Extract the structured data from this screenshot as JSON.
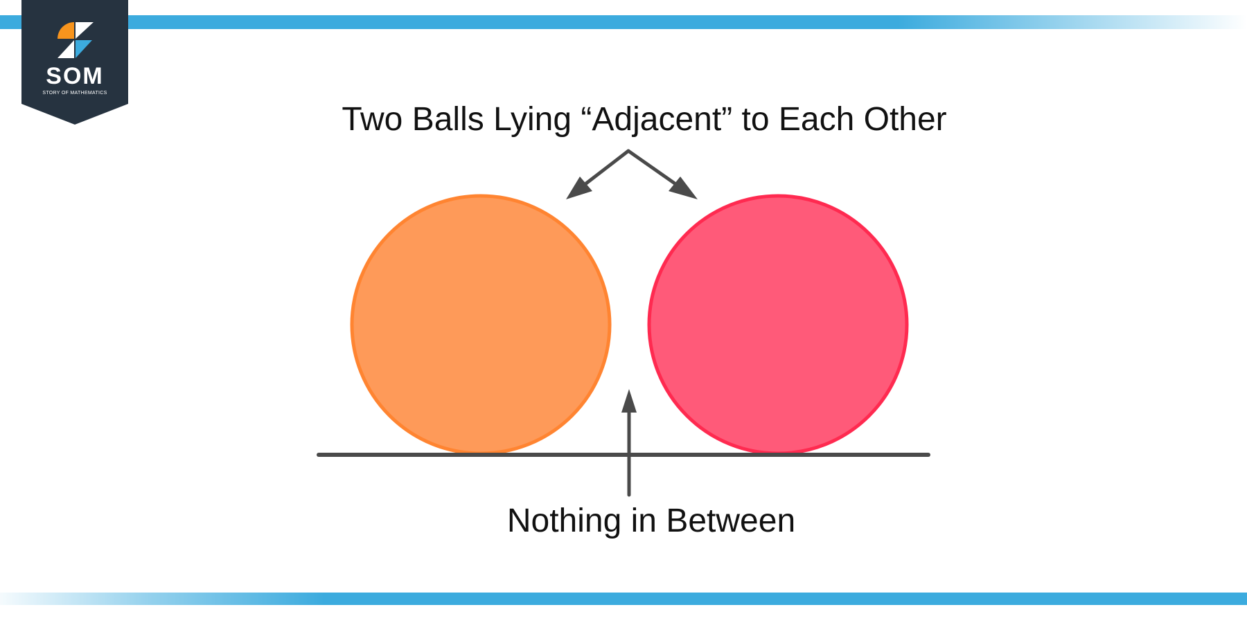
{
  "brand": {
    "logo_text": "SOM",
    "logo_subtitle": "STORY OF MATHEMATICS",
    "badge_color": "#263340",
    "accent_orange": "#f7941d",
    "accent_blue": "#3cabde"
  },
  "diagram": {
    "top_label": "Two Balls Lying “Adjacent” to Each Other",
    "bottom_label": "Nothing in Between",
    "balls": [
      {
        "name": "left-ball",
        "fill": "#fe9a59",
        "stroke": "#ff8431"
      },
      {
        "name": "right-ball",
        "fill": "#ff5a79",
        "stroke": "#ff2a50"
      }
    ],
    "line_color": "#4a4a4a"
  }
}
